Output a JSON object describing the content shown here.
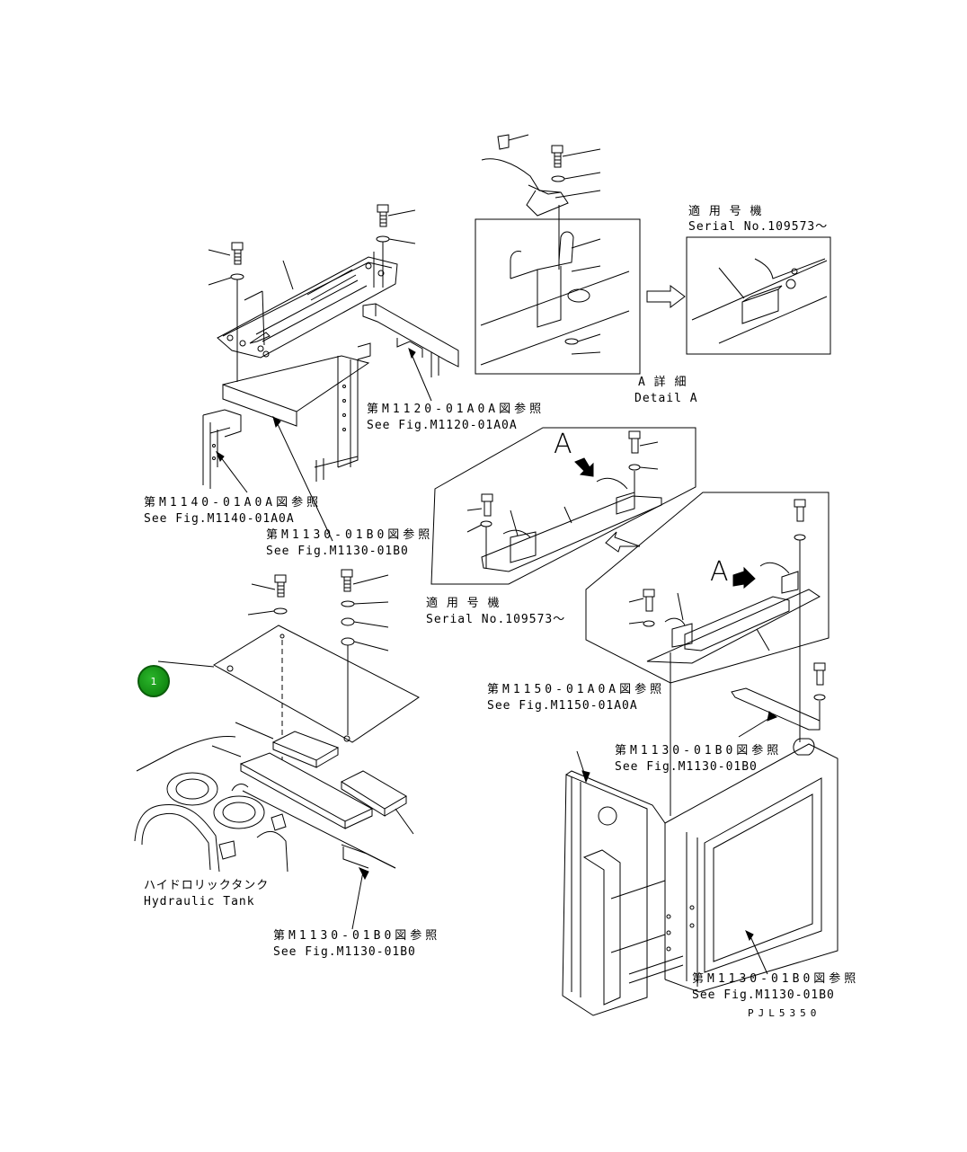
{
  "callout": {
    "number": "1",
    "color": "#1a9a1a"
  },
  "labels": {
    "ref_m1120_jp": "第M1120-01A0A図参照",
    "ref_m1120_en": "See Fig.M1120-01A0A",
    "ref_m1140_jp": "第M1140-01A0A図参照",
    "ref_m1140_en": "See Fig.M1140-01A0A",
    "ref_m1130_a_jp": "第M1130-01B0図参照",
    "ref_m1130_a_en": "See Fig.M1130-01B0",
    "serial_top_jp": "適 用 号 機",
    "serial_top_en": "Serial No.109573～",
    "detail_a_jp": "A 詳 細",
    "detail_a_en": "Detail A",
    "letter_a_upper": "A",
    "serial_mid_jp": "適 用 号 機",
    "serial_mid_en": "Serial No.109573～",
    "letter_a_right": "A",
    "ref_m1150_jp": "第M1150-01A0A図参照",
    "ref_m1150_en": "See Fig.M1150-01A0A",
    "ref_m1130_b_jp": "第M1130-01B0図参照",
    "ref_m1130_b_en": "See Fig.M1130-01B0",
    "hydraulic_tank_jp": "ハイドロリックタンク",
    "hydraulic_tank_en": "Hydraulic Tank",
    "ref_m1130_c_jp": "第M1130-01B0図参照",
    "ref_m1130_c_en": "See Fig.M1130-01B0",
    "ref_m1130_d_jp": "第M1130-01B0図参照",
    "ref_m1130_d_en": "See Fig.M1130-01B0",
    "drawing_code": "PJL5350"
  }
}
